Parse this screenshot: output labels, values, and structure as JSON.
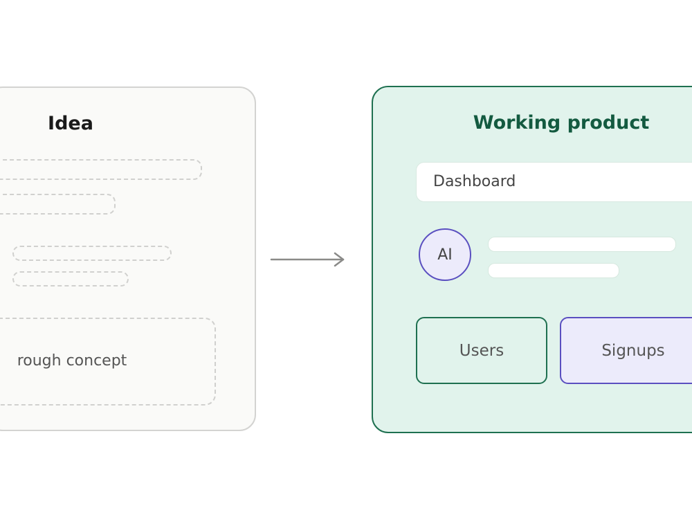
{
  "idea_card": {
    "title": "Idea",
    "concept_label": "rough concept"
  },
  "product_card": {
    "title": "Working product",
    "dashboard_label": "Dashboard",
    "avatar_label": "AI",
    "tiles": {
      "users": "Users",
      "signups": "Signups"
    }
  },
  "colors": {
    "idea_border": "#d3d3d1",
    "idea_bg": "#fafaf8",
    "product_border": "#1e7050",
    "product_bg": "#e1f3ec",
    "accent_purple": "#5a4fc0",
    "purple_bg": "#ecebfb",
    "arrow": "#8a8a88"
  }
}
